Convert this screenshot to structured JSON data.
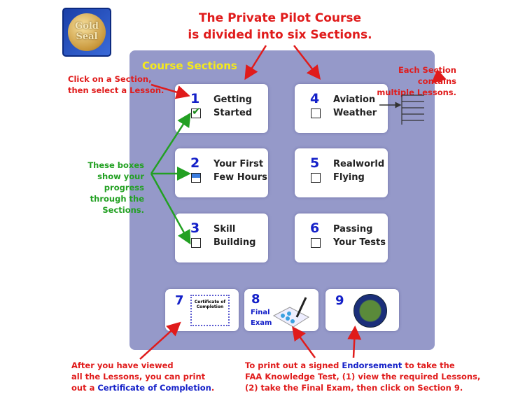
{
  "logo": {
    "text": "Gold Seal"
  },
  "headline": [
    "The Private Pilot Course",
    "is divided into six Sections."
  ],
  "panel_title": "Course Sections",
  "sections": [
    {
      "num": "1",
      "label": [
        "Getting",
        "Started"
      ],
      "progress": "complete"
    },
    {
      "num": "2",
      "label": [
        "Your First",
        "Few Hours"
      ],
      "progress": "partial"
    },
    {
      "num": "3",
      "label": [
        "Skill",
        "Building"
      ],
      "progress": "none"
    },
    {
      "num": "4",
      "label": [
        "Aviation",
        "Weather"
      ],
      "progress": "none"
    },
    {
      "num": "5",
      "label": [
        "Realworld",
        "Flying"
      ],
      "progress": "none"
    },
    {
      "num": "6",
      "label": [
        "Passing",
        "Your Tests"
      ],
      "progress": "none"
    }
  ],
  "bottom": {
    "cert": {
      "num": "7",
      "title": [
        "Certificate of",
        "Completion"
      ]
    },
    "exam": {
      "num": "8",
      "label": [
        "Final",
        "Exam"
      ]
    },
    "endorse": {
      "num": "9"
    }
  },
  "notes": {
    "click": [
      "Click on a Section,",
      "then select a Lesson."
    ],
    "lessons": [
      "Each Section contains",
      "multiple Lessons."
    ],
    "progress": [
      "These boxes",
      "show your progress",
      "through the Sections."
    ],
    "cert": {
      "l1": "After you have viewed",
      "l2": "all the Lessons, you can print",
      "l3_pre": "out a ",
      "l3_link": "Certificate of Completion",
      "l3_post": "."
    },
    "endorse": {
      "l1_pre": "To print out a signed ",
      "l1_link": "Endorsement",
      "l1_post": " to take the",
      "l2": "FAA Knowledge Test, (1) view the required Lessons,",
      "l3": "(2) take the Final Exam, then click on Section 9."
    }
  },
  "colors": {
    "panel": "#9599c9",
    "title": "#f5ea1a",
    "accent": "#e01b1b",
    "progress": "#22a022",
    "number": "#1420c8"
  }
}
